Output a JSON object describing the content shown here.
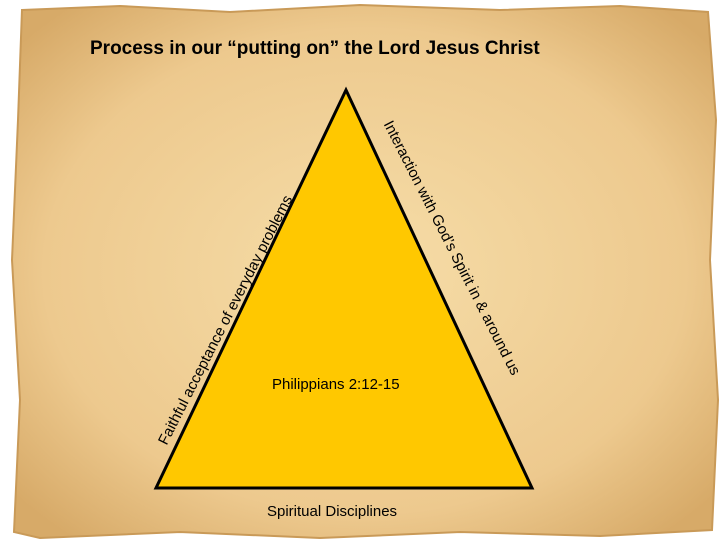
{
  "slide": {
    "title": "Process in our “putting on” the Lord Jesus Christ",
    "center_text": "Philippians 2:12-15",
    "bottom_text": "Spiritual Disciplines",
    "left_side_text": "Faithful acceptance of everyday problems",
    "right_side_text": "Interaction with God’s Spirit in & around us"
  },
  "colors": {
    "parchment": "#EDC98E",
    "parchment_edge": "#C99A58",
    "triangle_fill": "#FFC800",
    "triangle_stroke": "#000000"
  }
}
